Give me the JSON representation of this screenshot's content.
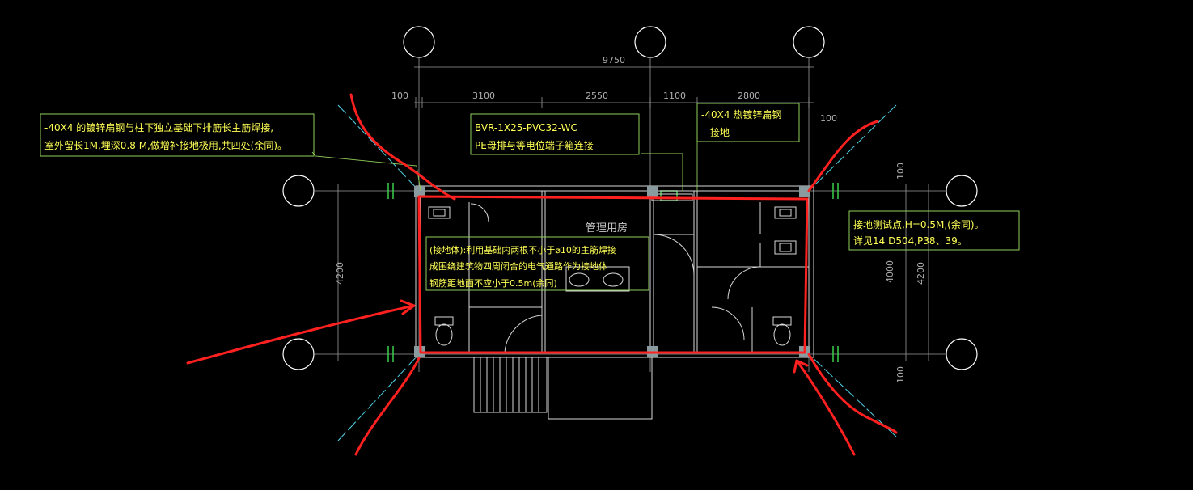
{
  "drawing": {
    "dims_top": {
      "total": "9750",
      "d1": "100",
      "d2": "3100",
      "d3": "2550",
      "d4": "1100",
      "d5": "2800",
      "d6": "100"
    },
    "dims_left": {
      "h": "4200"
    },
    "dims_right": {
      "a": "100",
      "b": "4000",
      "c": "4200",
      "d": "100"
    },
    "room_label": "管理用房",
    "notes": {
      "n1": [
        "-40X4 的镀锌扁钢与柱下独立基础下排筋长主筋焊接,",
        "室外留长1M,埋深0.8 M,做增补接地极用,共四处(余同)。"
      ],
      "n2": [
        "BVR-1X25-PVC32-WC",
        "PE母排与等电位端子箱连接"
      ],
      "n3": [
        "-40X4 热镀锌扁钢",
        "接地"
      ],
      "n4": [
        "接地测试点,H=0.5M,(余同)。",
        "详见14 D504,P38、39。"
      ],
      "n5": [
        "(接地体):利用基础内两根不小于⌀10的主筋焊接",
        "成围绕建筑物四周闭合的电气通路作为接地体",
        "钢筋距地面不应小于0.5m(余同)"
      ]
    }
  },
  "colors": {
    "background": "#000000",
    "axis_line": "#9a9a9a",
    "wall": "#d8d8d8",
    "note_text": "#ffff55",
    "note_box": "#8fcf5a",
    "markup": "#ff2020",
    "grid_bubble": "#ffffff",
    "dim_text": "#b0b0b0",
    "cyan_line": "#4fd5e8",
    "green_mark": "#3ad04a"
  },
  "icons": {
    "toilet": "toilet-icon",
    "sink": "sink-icon",
    "bubble": "grid-bubble-icon"
  }
}
